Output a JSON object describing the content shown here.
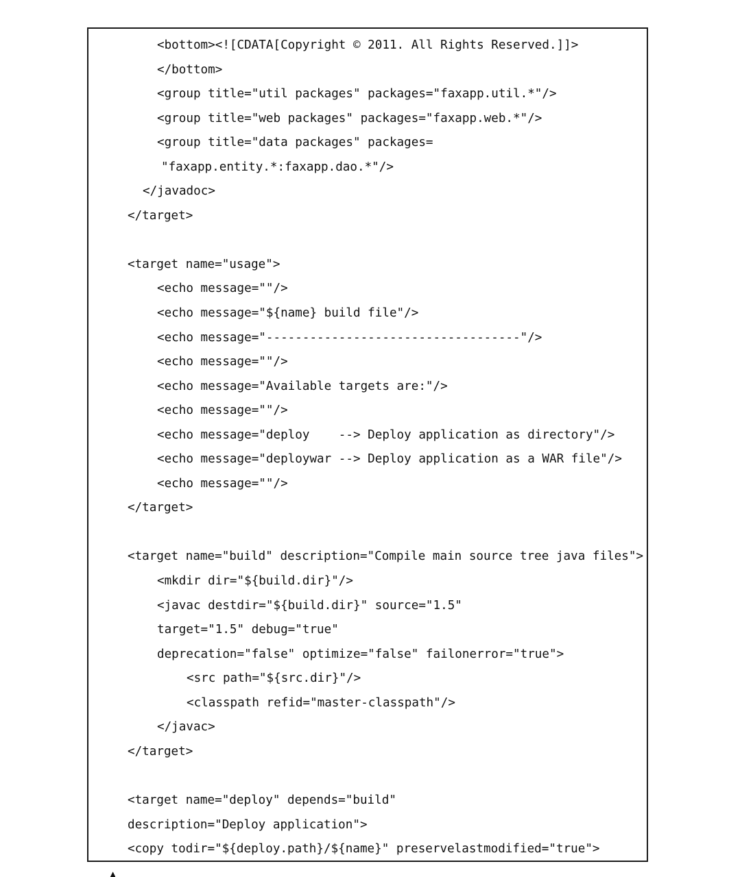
{
  "document": {
    "code_lines": [
      "<bottom><![CDATA[Copyright © 2011. All Rights Reserved.]]>",
      "</bottom>",
      "<group title=\"util packages\" packages=\"faxapp.util.*\"/>",
      "<group title=\"web packages\" packages=\"faxapp.web.*\"/>",
      "<group title=\"data packages\" packages=",
      "\"faxapp.entity.*:faxapp.dao.*\"/>",
      "</javadoc>",
      "</target>",
      "",
      "<target name=\"usage\">",
      "<echo message=\"\"/>",
      "<echo message=\"${name} build file\"/>",
      "<echo message=\"-----------------------------------\"/>",
      "<echo message=\"\"/>",
      "<echo message=\"Available targets are:\"/>",
      "<echo message=\"\"/>",
      "<echo message=\"deploy    --> Deploy application as directory\"/>",
      "<echo message=\"deploywar --> Deploy application as a WAR file\"/>",
      "<echo message=\"\"/>",
      "</target>",
      "",
      "<target name=\"build\" description=\"Compile main source tree java files\">",
      "<mkdir dir=\"${build.dir}\"/>",
      "<javac destdir=\"${build.dir}\" source=\"1.5\"",
      "target=\"1.5\" debug=\"true\"",
      "deprecation=\"false\" optimize=\"false\" failonerror=\"true\">",
      "<src path=\"${src.dir}\"/>",
      "<classpath refid=\"master-classpath\"/>",
      "</javac>",
      "</target>",
      "",
      "<target name=\"deploy\" depends=\"build\"",
      "description=\"Deploy application\">",
      "<copy todir=\"${deploy.path}/${name}\" preservelastmodified=\"true\">"
    ]
  }
}
